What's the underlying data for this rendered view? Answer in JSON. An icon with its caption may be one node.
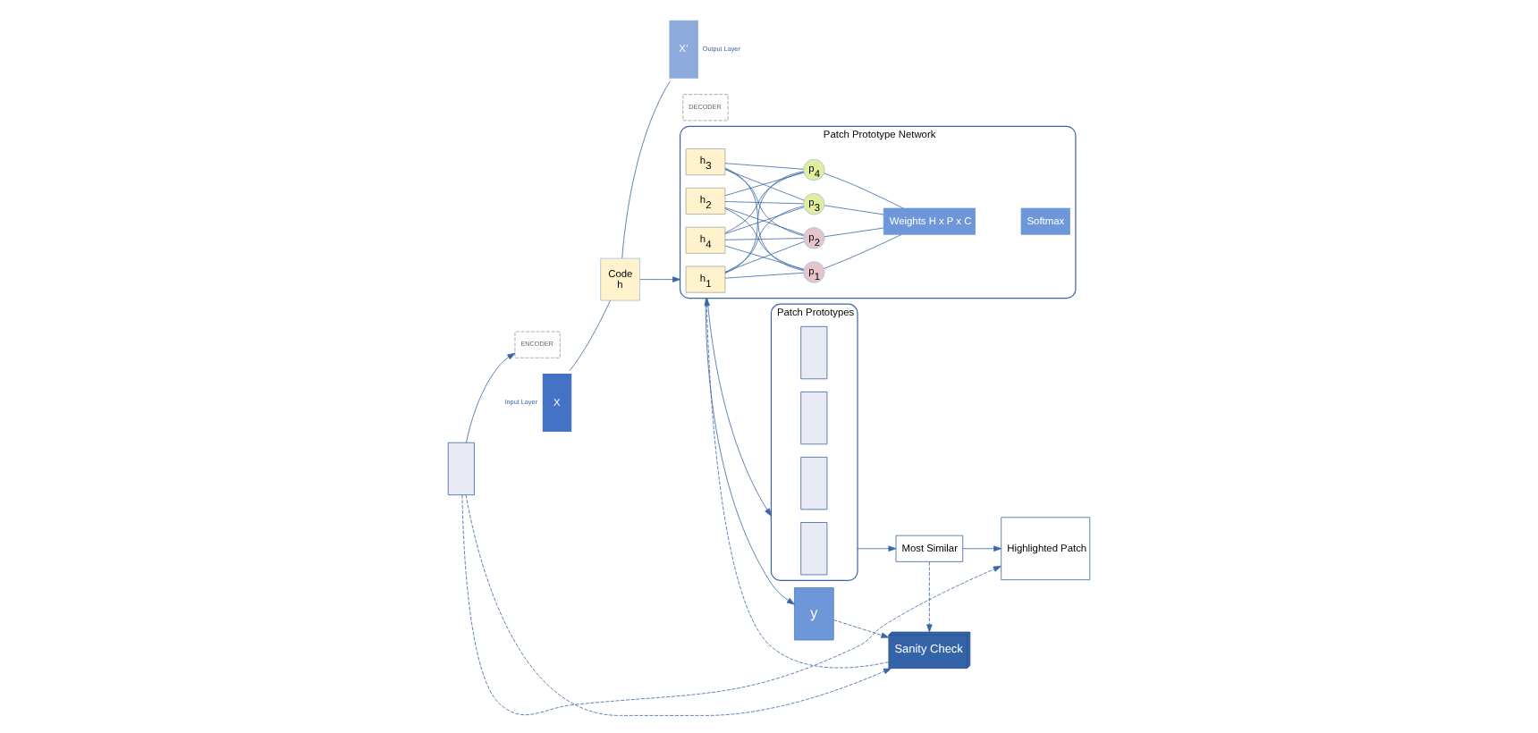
{
  "diagram": {
    "nodes": [
      {
        "text": [],
        "shape": "box"
      },
      {
        "text": [
          "ENCODER"
        ]
      },
      {
        "text": [
          "DECODER"
        ]
      },
      {
        "text": [
          "X"
        ],
        "beside": [
          "Input Layer"
        ]
      },
      {
        "text": [
          "Code",
          "h"
        ]
      },
      {
        "text": [
          "X’"
        ],
        "beside": [
          "Output Layer"
        ]
      },
      {
        "text": [
          "Patch Prototype Network"
        ]
      },
      {
        "text": [
          "h$_{1}$"
        ],
        "in": 6
      },
      {
        "text": [
          "h$_{2}$"
        ],
        "in": 6
      },
      {
        "text": [
          "h$_{3}$"
        ],
        "in": 6
      },
      {
        "text": [
          "h$_{4}$"
        ],
        "in": 6
      },
      {
        "text": [
          "p$_{1}$"
        ],
        "in": 6
      },
      {
        "text": [
          "p$_{2}$"
        ],
        "in": 6
      },
      {
        "text": [
          "p$_{3}$"
        ],
        "in": 6
      },
      {
        "text": [
          "p$_{4}$"
        ],
        "in": 6
      },
      {
        "text": [
          "Weights H x P x C"
        ],
        "in": 6
      },
      {
        "text": [
          "Softmax"
        ],
        "in": 6
      },
      {
        "text": [
          "y"
        ]
      },
      {
        "text": [
          "Patch Prototypes"
        ]
      },
      {
        "text": [],
        "shape": "box",
        "in": 18
      },
      {
        "text": [],
        "shape": "box",
        "in": 18
      },
      {
        "text": [],
        "shape": "box",
        "in": 18
      },
      {
        "text": [],
        "shape": "box",
        "in": 18
      },
      {
        "text": [
          "Most Similar"
        ]
      },
      {
        "text": [
          "Highlighted Patch"
        ]
      },
      {
        "text": [
          "Sanity Check"
        ]
      }
    ],
    "edges": [
      {
        "from": 0,
        "to": 1,
        "arrow": "to"
      },
      {
        "from": 3,
        "to": 4,
        "arrow": "none"
      },
      {
        "from": 4,
        "to": 5,
        "arrow": "none"
      },
      {
        "from": 4,
        "to": 6,
        "arrow": "to"
      },
      {
        "from": 7,
        "to": 11,
        "arrow": "none"
      },
      {
        "from": 7,
        "to": 12,
        "arrow": "none"
      },
      {
        "from": 7,
        "to": 13,
        "arrow": "none"
      },
      {
        "from": 7,
        "to": 14,
        "arrow": "none"
      },
      {
        "from": 8,
        "to": 11,
        "arrow": "none"
      },
      {
        "from": 8,
        "to": 12,
        "arrow": "none"
      },
      {
        "from": 8,
        "to": 13,
        "arrow": "none"
      },
      {
        "from": 8,
        "to": 14,
        "arrow": "none"
      },
      {
        "from": 9,
        "to": 11,
        "arrow": "none"
      },
      {
        "from": 9,
        "to": 12,
        "arrow": "none"
      },
      {
        "from": 9,
        "to": 13,
        "arrow": "none"
      },
      {
        "from": 9,
        "to": 14,
        "arrow": "none"
      },
      {
        "from": 10,
        "to": 11,
        "arrow": "none"
      },
      {
        "from": 10,
        "to": 12,
        "arrow": "none"
      },
      {
        "from": 10,
        "to": 13,
        "arrow": "none"
      },
      {
        "from": 10,
        "to": 14,
        "arrow": "none"
      },
      {
        "from": 11,
        "to": 15,
        "arrow": "none"
      },
      {
        "from": 12,
        "to": 15,
        "arrow": "none"
      },
      {
        "from": 13,
        "to": 15,
        "arrow": "none"
      },
      {
        "from": 14,
        "to": 15,
        "arrow": "none"
      },
      {
        "from": 6,
        "to": 18,
        "arrow": "to"
      },
      {
        "from": 18,
        "to": 23,
        "arrow": "to"
      },
      {
        "from": 23,
        "to": 24,
        "arrow": "to"
      },
      {
        "from": 0,
        "to": 24,
        "arrow": "to",
        "style": "dashed"
      },
      {
        "from": 6,
        "to": 17,
        "arrow": "to"
      },
      {
        "from": 0,
        "to": 25,
        "arrow": "to",
        "style": "dashed"
      },
      {
        "from": 25,
        "to": 6,
        "arrow": "to",
        "style": "dashed"
      },
      {
        "from": 17,
        "to": 25,
        "arrow": "to",
        "style": "dashed"
      },
      {
        "from": 23,
        "to": 25,
        "arrow": "to",
        "style": "dashed"
      }
    ]
  }
}
